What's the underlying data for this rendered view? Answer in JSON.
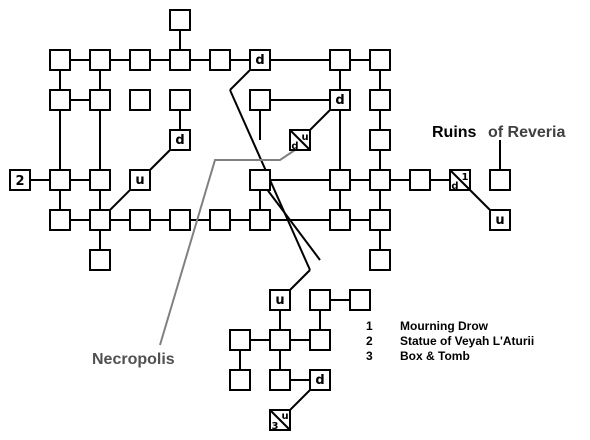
{
  "titles": {
    "ruins": "Ruins",
    "of_reveria": "of Reveria",
    "necropolis": "Necropolis"
  },
  "legend": [
    {
      "num": "1",
      "label": "Mourning Drow"
    },
    {
      "num": "2",
      "label": "Statue of Veyah L'Aturii"
    },
    {
      "num": "3",
      "label": "Box & Tomb"
    }
  ],
  "markers": {
    "down": "d",
    "up": "u",
    "poi_1": "1",
    "poi_2": "2",
    "poi_3": "3"
  },
  "colors": {
    "ruins_title": "#000000",
    "reveria_title": "#404040",
    "necropolis_title": "#505050",
    "connector_line": "#808080"
  }
}
